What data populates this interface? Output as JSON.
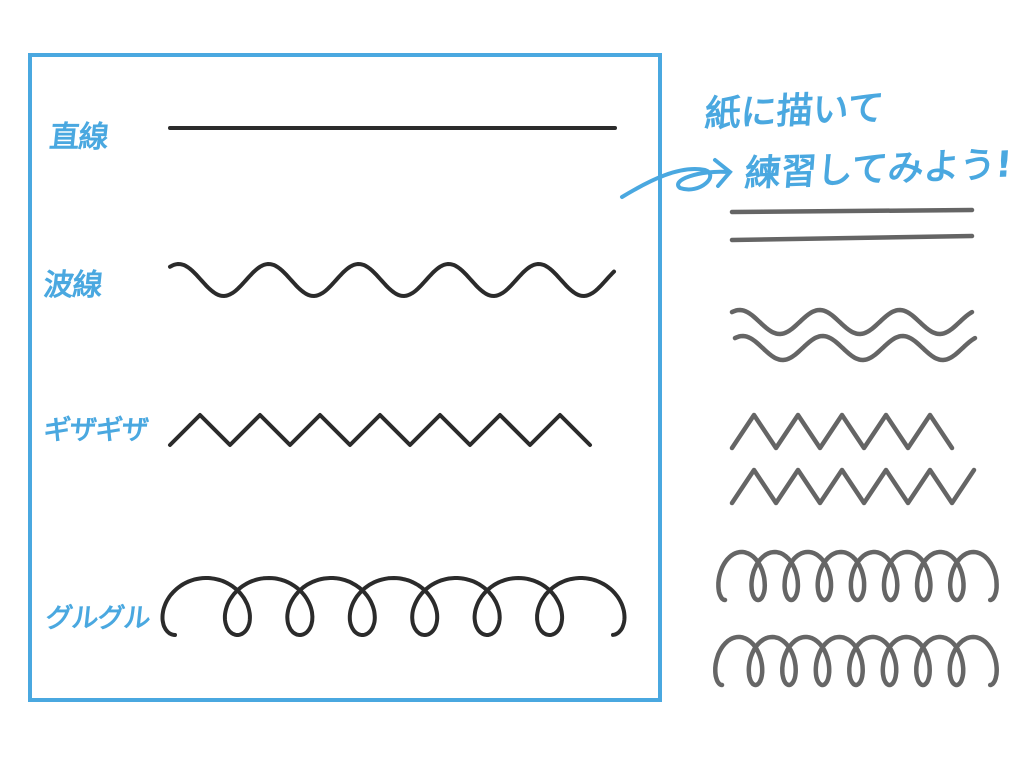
{
  "labels": {
    "straight": "直線",
    "wave": "波線",
    "zigzag": "ギザギザ",
    "spiral": "グルグル"
  },
  "note": {
    "line1": "紙に描いて",
    "line2": "練習してみよう!"
  },
  "colors": {
    "accent": "#4aa8e0",
    "stroke": "#2b2b2b",
    "pencil": "#555555"
  }
}
